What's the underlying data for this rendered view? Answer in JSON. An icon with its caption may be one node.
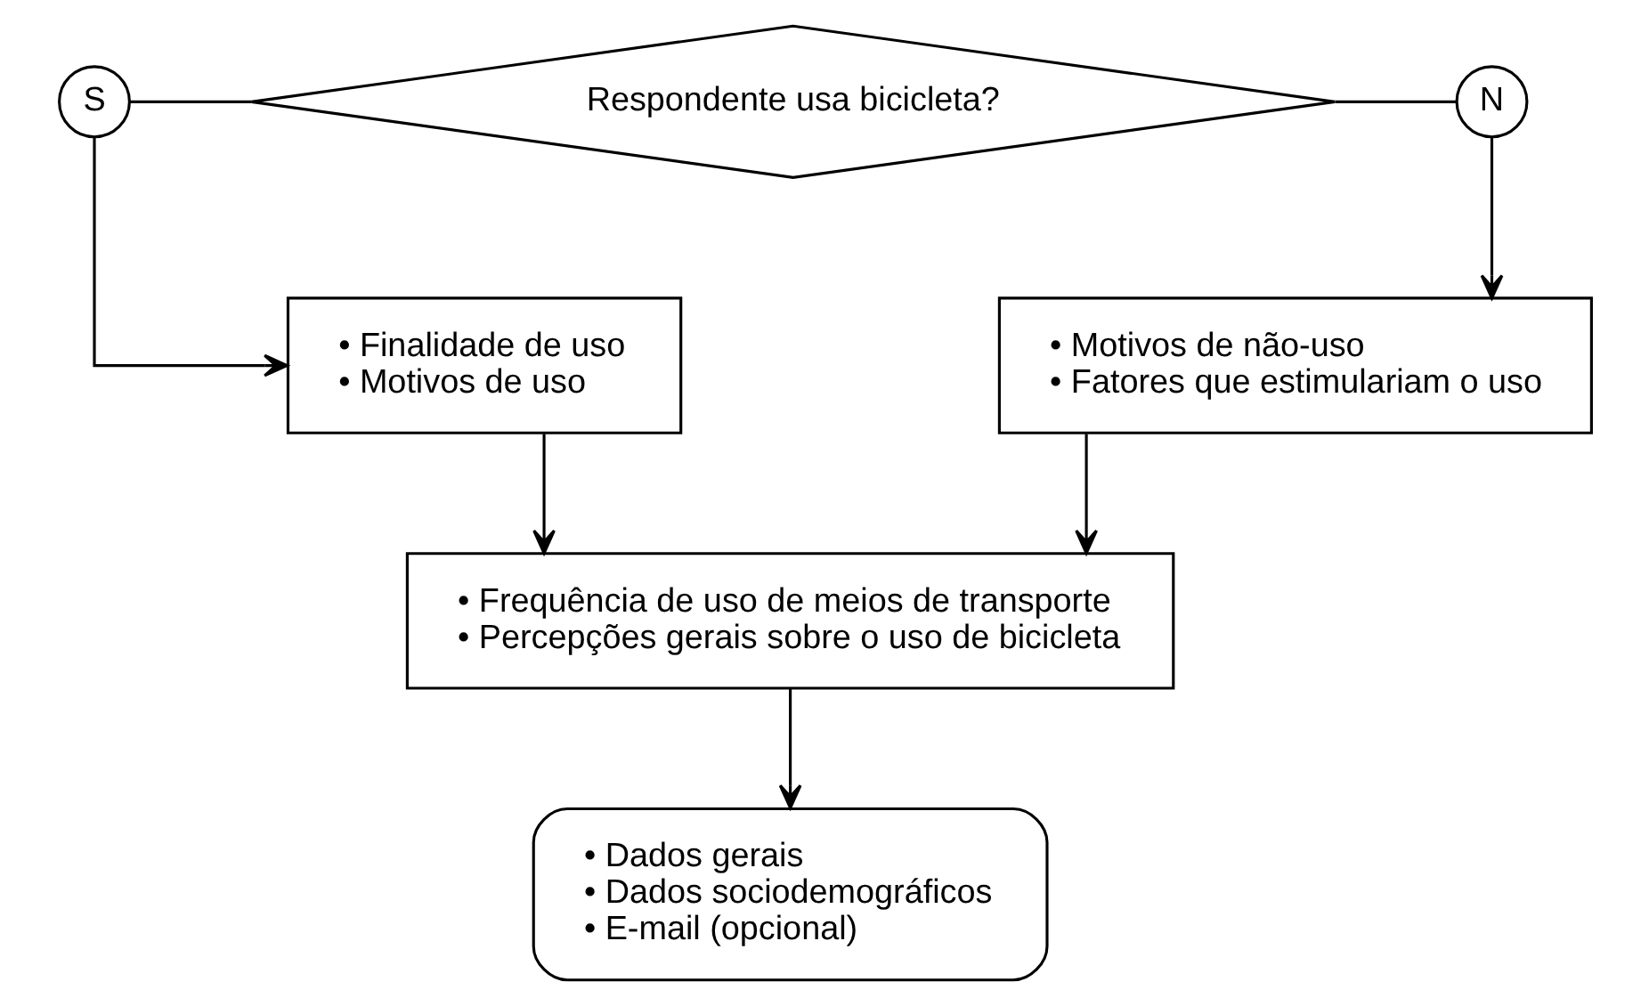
{
  "diagram": {
    "nodes": [
      {
        "text": [
          "Respondente usa bicicleta?"
        ]
      },
      {
        "text": [
          "S"
        ]
      },
      {
        "text": [
          "N"
        ]
      },
      {
        "text": [
          "• Finalidade de uso",
          "• Motivos de uso"
        ]
      },
      {
        "text": [
          "• Motivos de não-uso",
          "• Fatores que estimulariam o uso"
        ]
      },
      {
        "text": [
          "• Frequência de uso de meios de transporte",
          "• Percepções gerais sobre o uso de bicicleta"
        ]
      },
      {
        "text": [
          "• Dados gerais",
          "• Dados sociodemográficos",
          "• E-mail (opcional)"
        ]
      }
    ],
    "edges": [
      {
        "from": 1,
        "to": 0,
        "arrow": "none"
      },
      {
        "from": 0,
        "to": 2,
        "arrow": "none"
      },
      {
        "from": 1,
        "to": 3,
        "arrow": "to"
      },
      {
        "from": 2,
        "to": 4,
        "arrow": "to"
      },
      {
        "from": 3,
        "to": 5,
        "arrow": "to"
      },
      {
        "from": 4,
        "to": 5,
        "arrow": "to"
      },
      {
        "from": 5,
        "to": 6,
        "arrow": "to"
      }
    ]
  }
}
